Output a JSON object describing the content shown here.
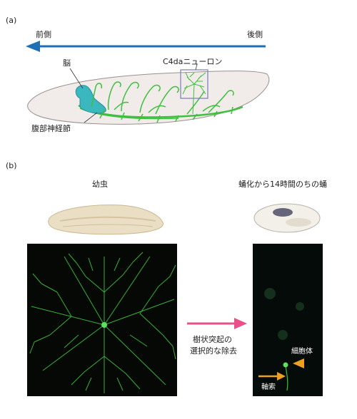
{
  "panel_a": {
    "label": "(a)",
    "anterior": "前側",
    "posterior": "後側",
    "brain": "脳",
    "neuron": "C4daニューロン",
    "ganglion": "腹部神経節"
  },
  "panel_b": {
    "label": "(b)",
    "larva": "幼虫",
    "pupa": "蛹化から14時間のちの蛹",
    "process_line1": "樹状突起の",
    "process_line2": "選択的な除去",
    "cell_body": "細胞体",
    "axon": "軸索"
  },
  "colors": {
    "axis_arrow": "#1f6fb5",
    "transition_arrow": "#e9508a",
    "neuron_green": "#3fbf3f",
    "marker_orange": "#f0a020",
    "ganglion_cyan": "#3bb7c0"
  }
}
